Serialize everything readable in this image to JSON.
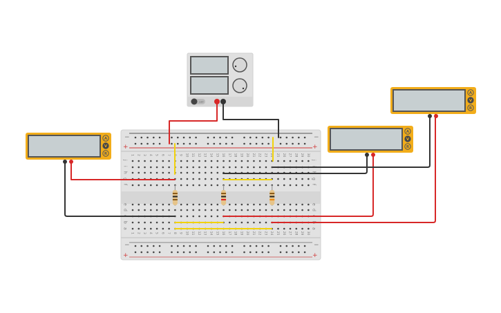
{
  "colors": {
    "meter_body": "#f2ad1a",
    "meter_screen": "#c7cfd1",
    "wire_red": "#d72727",
    "wire_black": "#333333",
    "wire_yellow": "#f2d20a",
    "breadboard": "#e2e2e2"
  },
  "power_supply": {
    "switch_label": "OFF",
    "icons": [
      "voltage-knob-icon",
      "current-knob-icon",
      "power-switch-icon"
    ]
  },
  "multimeters": [
    {
      "name": "left",
      "buttons": [
        "A",
        "V",
        "R"
      ],
      "selected": "V"
    },
    {
      "name": "middle",
      "buttons": [
        "A",
        "V",
        "R"
      ],
      "selected": "V"
    },
    {
      "name": "right",
      "buttons": [
        "A",
        "V",
        "R"
      ],
      "selected": "V"
    }
  ],
  "breadboard": {
    "rail_minus": "−",
    "rail_plus": "+",
    "top_rows": [
      "j",
      "i",
      "h",
      "g",
      "f"
    ],
    "bottom_rows": [
      "e",
      "d",
      "c",
      "b",
      "a"
    ],
    "columns": [
      "1",
      "2",
      "3",
      "4",
      "5",
      "6",
      "7",
      "8",
      "9",
      "10",
      "11",
      "12",
      "13",
      "14",
      "15",
      "16",
      "17",
      "18",
      "19",
      "20",
      "21",
      "22",
      "23",
      "24",
      "25",
      "26",
      "27",
      "28",
      "29",
      "30"
    ]
  },
  "resistors": [
    {
      "column": "8",
      "bands": [
        "#8a5a1a",
        "#222222",
        "#8a5a1a"
      ]
    },
    {
      "column": "16",
      "bands": [
        "#8a5a1a",
        "#222222",
        "#e02020"
      ]
    },
    {
      "column": "24",
      "bands": [
        "#8a5a1a",
        "#222222",
        "#f08a10"
      ]
    }
  ]
}
